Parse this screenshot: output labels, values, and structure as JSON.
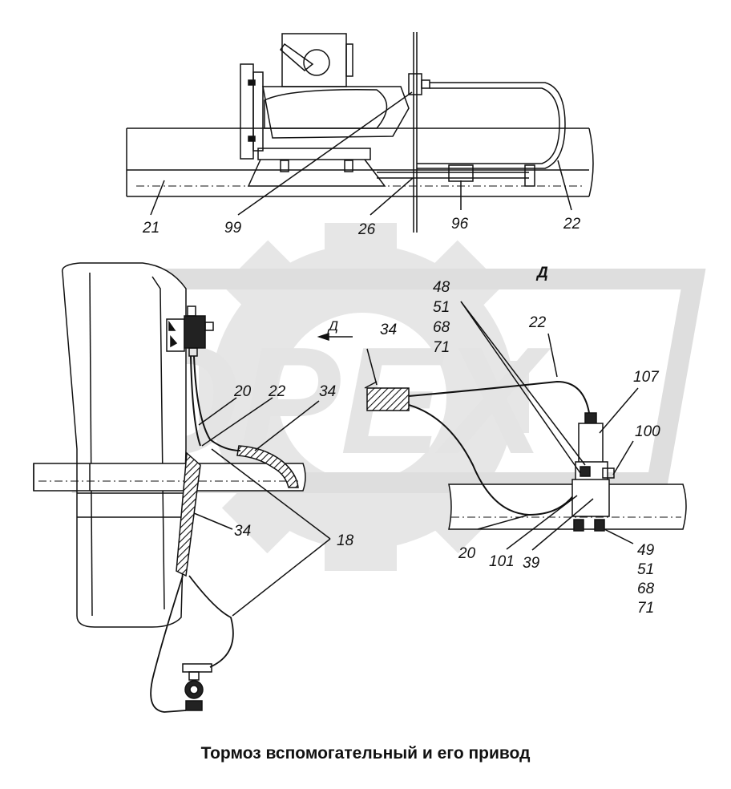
{
  "watermark": {
    "text": "OPEX"
  },
  "caption": "Тормоз вспомогательный и его привод",
  "view_label": "Д",
  "view_arrow_label": "Д",
  "top_view": {
    "callouts": [
      "21",
      "99",
      "26",
      "96",
      "22"
    ]
  },
  "bottom_view": {
    "callouts": {
      "c20_left": "20",
      "c22_left": "22",
      "c34_upper_left": "34",
      "c34_hose": "34",
      "c34_mid": "34",
      "c18": "18",
      "c48": "48",
      "c51_top": "51",
      "c68_top": "68",
      "c71_top": "71",
      "c22_right": "22",
      "c107": "107",
      "c100": "100",
      "c20_right": "20",
      "c101": "101",
      "c39": "39",
      "c49": "49",
      "c51_bottom": "51",
      "c68_bottom": "68",
      "c71_bottom": "71"
    }
  }
}
